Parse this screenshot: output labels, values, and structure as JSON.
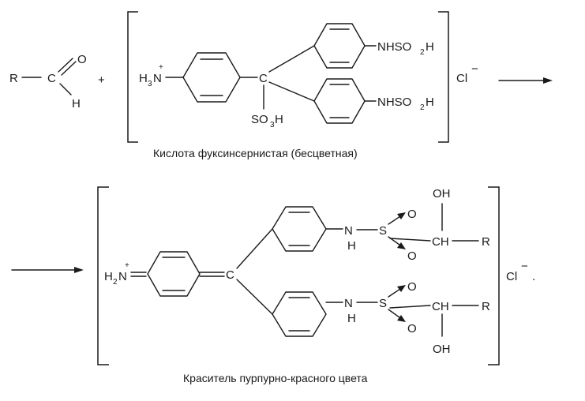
{
  "atoms": {
    "r": "R",
    "c": "C",
    "o": "O",
    "h": "H",
    "plus": "+",
    "nh": "NH",
    "so": "SO",
    "two": "2",
    "three": "3",
    "cl": "Cl",
    "charge_plus": "+",
    "charge_minus": "−",
    "s": "S",
    "ch": "CH",
    "oh": "OH",
    "period": ".",
    "n": "N"
  },
  "captions": {
    "reagent": "Кислота фуксинсернистая  (бесцветная)",
    "product": "Краситель пурпурно-красного цвета"
  },
  "colors": {
    "ink": "#1a1a1a",
    "background": "#ffffff"
  }
}
